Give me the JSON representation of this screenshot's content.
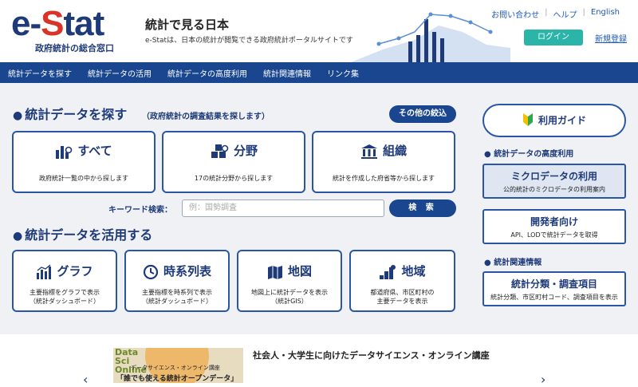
{
  "logo": {
    "main_e": "e-",
    "main_s": "S",
    "main_rest": "tat",
    "sub": "政府統計の総合窓口"
  },
  "tagline": {
    "title": "統計で見る日本",
    "desc": "e-Statは、日本の統計が閲覧できる政府統計ポータルサイトです"
  },
  "header_links": {
    "contact": "お問い合わせ",
    "help": "ヘルプ",
    "english": "English",
    "login": "ログイン",
    "register": "新規登録"
  },
  "nav": [
    "統計データを探す",
    "統計データの活用",
    "統計データの高度利用",
    "統計関連情報",
    "リンク集"
  ],
  "search_section": {
    "title": "統計データを探す",
    "note": "（政府統計の調査結果を探します）",
    "other_button": "その他の絞込",
    "cards": [
      {
        "icon": "bar-chart-icon",
        "title": "すべて",
        "desc": "政府統計一覧の中から探します"
      },
      {
        "icon": "cubes-icon",
        "title": "分野",
        "desc": "17の統計分野から探します"
      },
      {
        "icon": "building-icon",
        "title": "組織",
        "desc": "統計を作成した府省等から探します"
      }
    ],
    "keyword_label": "キーワード検索：",
    "keyword_placeholder": "例：国勢調査",
    "search_button": "検 索"
  },
  "use_section": {
    "title": "統計データを活用する",
    "cards": [
      {
        "icon": "graph-icon",
        "title": "グラフ",
        "desc1": "主要指標をグラフで表示",
        "desc2": "（統計ダッシュボード）"
      },
      {
        "icon": "clock-icon",
        "title": "時系列表",
        "desc1": "主要指標を時系列で表示",
        "desc2": "（統計ダッシュボード）"
      },
      {
        "icon": "map-icon",
        "title": "地図",
        "desc1": "地図上に統計データを表示",
        "desc2": "（統計GIS）"
      },
      {
        "icon": "region-icon",
        "title": "地域",
        "desc1": "都道府県、市区町村の",
        "desc2": "主要データを表示"
      }
    ]
  },
  "sidebar": {
    "guide": "利用ガイド",
    "advanced_heading": "統計データの高度利用",
    "micro_title": "ミクロデータの利用",
    "micro_desc": "公的統計のミクロデータの利用案内",
    "dev_title": "開発者向け",
    "dev_desc": "API、LODで統計データを取得",
    "related_heading": "統計関連情報",
    "class_title": "統計分類・調査項目",
    "class_desc": "統計分類、市区町村コード、調査項目を表示"
  },
  "news": {
    "title": "社会人・大学生に向けたデータサイエンス・オンライン講座"
  },
  "banner": {
    "line1": "Data",
    "line2": "Sci",
    "line3": "Online",
    "sub": "データサイエンス・オンライン講座",
    "quote": "「誰でも使える統計オープンデータ」"
  },
  "colors": {
    "primary": "#19468f",
    "accent_red": "#d8342a",
    "teal": "#2bb5a9"
  }
}
